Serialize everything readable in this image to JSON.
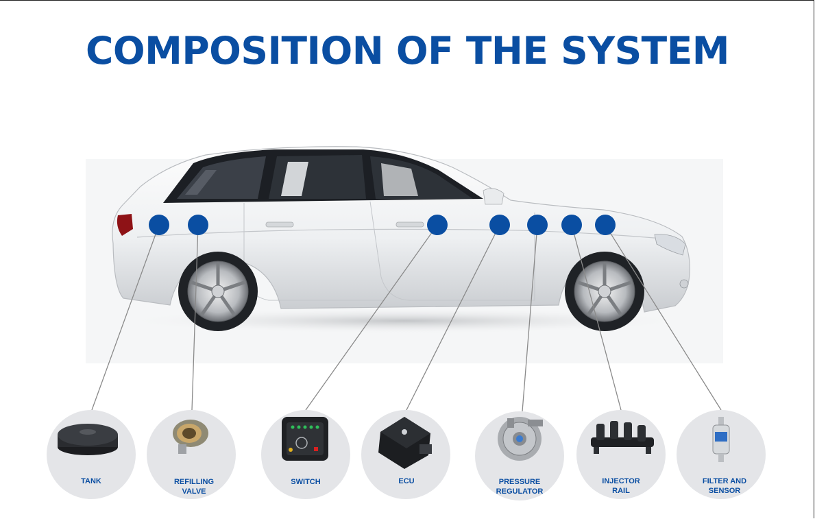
{
  "title": "COMPOSITION OF THE SYSTEM",
  "colors": {
    "accent": "#0a4ea2",
    "marker": "#0a4ea2",
    "component_circle": "#e4e5e8",
    "leader_line": "#8a8a8a"
  },
  "components": [
    {
      "id": "tank",
      "line1": "TANK",
      "line2": ""
    },
    {
      "id": "refilling-valve",
      "line1": "REFILLING",
      "line2": "VALVE"
    },
    {
      "id": "switch",
      "line1": "SWITCH",
      "line2": ""
    },
    {
      "id": "ecu",
      "line1": "ECU",
      "line2": ""
    },
    {
      "id": "pressure-regulator",
      "line1": "PRESSURE",
      "line2": "REGULATOR"
    },
    {
      "id": "injector-rail",
      "line1": "INJECTOR",
      "line2": "RAIL"
    },
    {
      "id": "filter-and-sensor",
      "line1": "FILTER AND",
      "line2": "SENSOR"
    }
  ]
}
